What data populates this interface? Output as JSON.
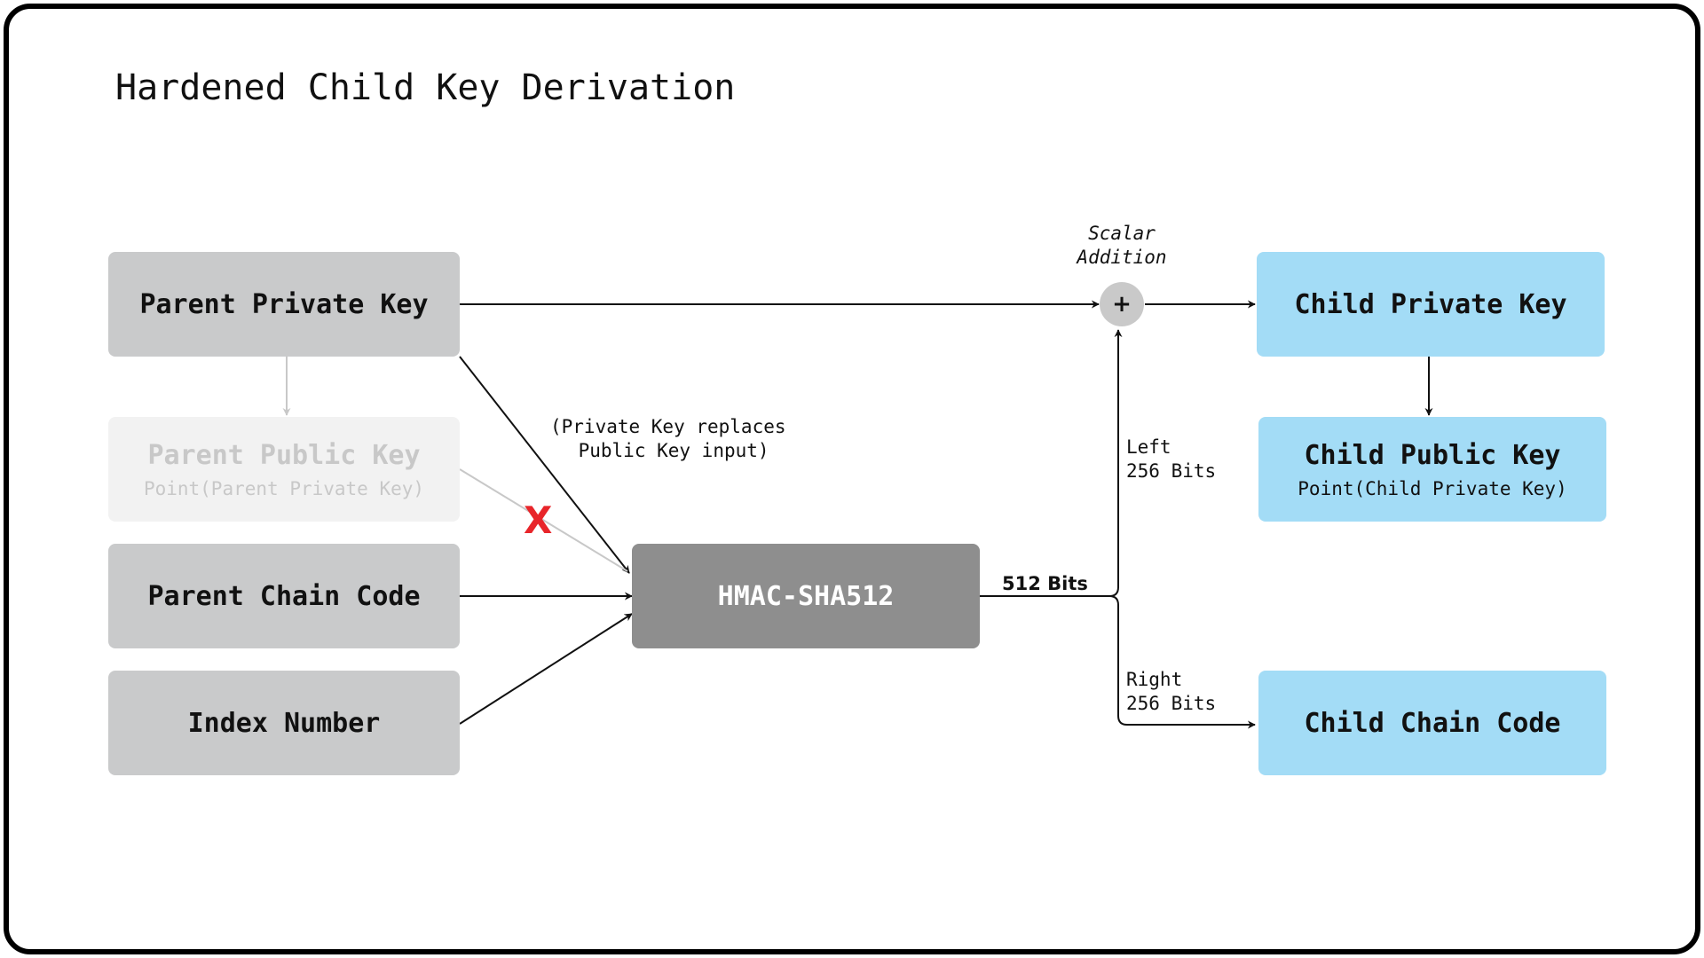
{
  "title": "Hardened Child Key Derivation",
  "nodes": {
    "parent_private_key": {
      "label": "Parent Private Key"
    },
    "parent_public_key": {
      "label": "Parent Public Key",
      "sub": "Point(Parent Private Key)"
    },
    "parent_chain_code": {
      "label": "Parent Chain Code"
    },
    "index_number": {
      "label": "Index Number"
    },
    "hmac": {
      "label": "HMAC-SHA512"
    },
    "child_private_key": {
      "label": "Child Private Key"
    },
    "child_public_key": {
      "label": "Child Public Key",
      "sub": "Point(Child Private Key)"
    },
    "child_chain_code": {
      "label": "Child Chain Code"
    }
  },
  "operator": {
    "symbol": "+",
    "label": "Scalar\nAddition"
  },
  "annotations": {
    "private_key_note": "(Private Key replaces\n Public Key input)",
    "blocked_mark": "X",
    "hmac_output": "512 Bits",
    "left_split": "Left\n256 Bits",
    "right_split": "Right\n256 Bits"
  },
  "colors": {
    "parent_box": "#c9cacb",
    "parent_faded": "#f2f2f2",
    "hmac_box": "#8e8e8e",
    "child_box": "#a3dcf6",
    "blocked": "#e8252a"
  }
}
